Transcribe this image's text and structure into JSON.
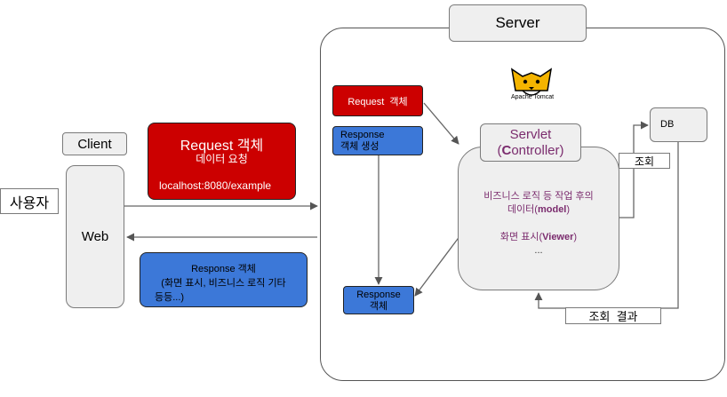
{
  "server": {
    "label": "Server"
  },
  "tomcat": {
    "label": "Apache Tomcat"
  },
  "client": {
    "label": "Client"
  },
  "user": {
    "label": "사용자"
  },
  "web": {
    "label": "Web"
  },
  "request_note": {
    "title": "Request 객체",
    "subtitle": "데이터 요청",
    "url": "localhost:8080/example"
  },
  "response_note": {
    "line1": "Response 객체",
    "line2": "(화면 표시, 비즈니스 로직 기타",
    "line3": "등등...)"
  },
  "request_obj": {
    "label": "Request  객체"
  },
  "response_create": {
    "line1": "Response",
    "line2": "객체 생성"
  },
  "response_obj": {
    "line1": "Response",
    "line2": "객체"
  },
  "servlet": {
    "title": "Servlet",
    "paren_open": "(",
    "controller_c": "C",
    "controller_rest": "ontroller)",
    "line1": "비즈니스 로직 등 작업 후의",
    "line2_prefix": "데이터(",
    "line2_bold": "model",
    "line2_suffix": ")",
    "line3_prefix": "화면 표시(",
    "line3_bold": "Viewer",
    "line3_suffix": ")",
    "line4": "..."
  },
  "db": {
    "label": "DB"
  },
  "query": {
    "label": "조회"
  },
  "query_result": {
    "label": "조회  결과"
  },
  "colors": {
    "red": "#cc0000",
    "blue": "#3c78d8",
    "gray": "#efefef",
    "purple": "#7b2c6e"
  }
}
